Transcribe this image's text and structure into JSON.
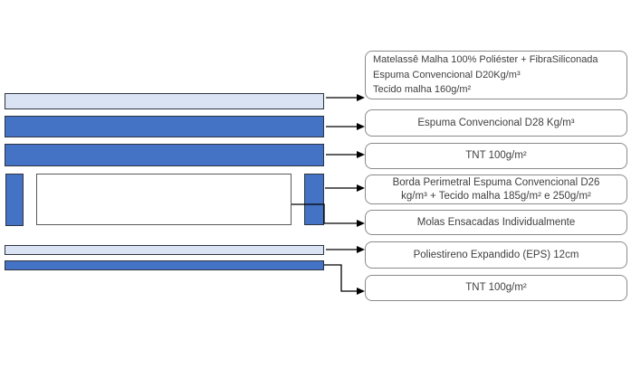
{
  "colors": {
    "foam_blue": "#4472C4",
    "light_fabric": "#DAE3F3",
    "bar_outline": "#2e3440",
    "inner_border": "#595959",
    "box_border": "#8a8a8a",
    "text_color": "#404040",
    "arrow_color": "#000000"
  },
  "labels": [
    {
      "id": "matelasse",
      "align": "left",
      "lines": [
        "Matelassê Malha 100% Poliéster + FibraSiliconada",
        "Espuma Convencional D20Kg/m³",
        "Tecido malha 160g/m²"
      ]
    },
    {
      "id": "espuma-d28",
      "align": "center",
      "lines": [
        "Espuma Convencional D28 Kg/m³"
      ]
    },
    {
      "id": "tnt-top",
      "align": "center",
      "lines": [
        "TNT 100g/m²"
      ]
    },
    {
      "id": "borda-perimetral",
      "align": "center",
      "lines": [
        "Borda Perimetral Espuma Convencional D26",
        "kg/m³ + Tecido malha 185g/m² e 250g/m²"
      ]
    },
    {
      "id": "molas",
      "align": "center",
      "lines": [
        "Molas Ensacadas Individualmente"
      ]
    },
    {
      "id": "eps",
      "align": "center",
      "lines": [
        "Poliestireno Expandido (EPS) 12cm"
      ]
    },
    {
      "id": "tnt-bottom",
      "align": "center",
      "lines": [
        "TNT 100g/m²"
      ]
    }
  ]
}
